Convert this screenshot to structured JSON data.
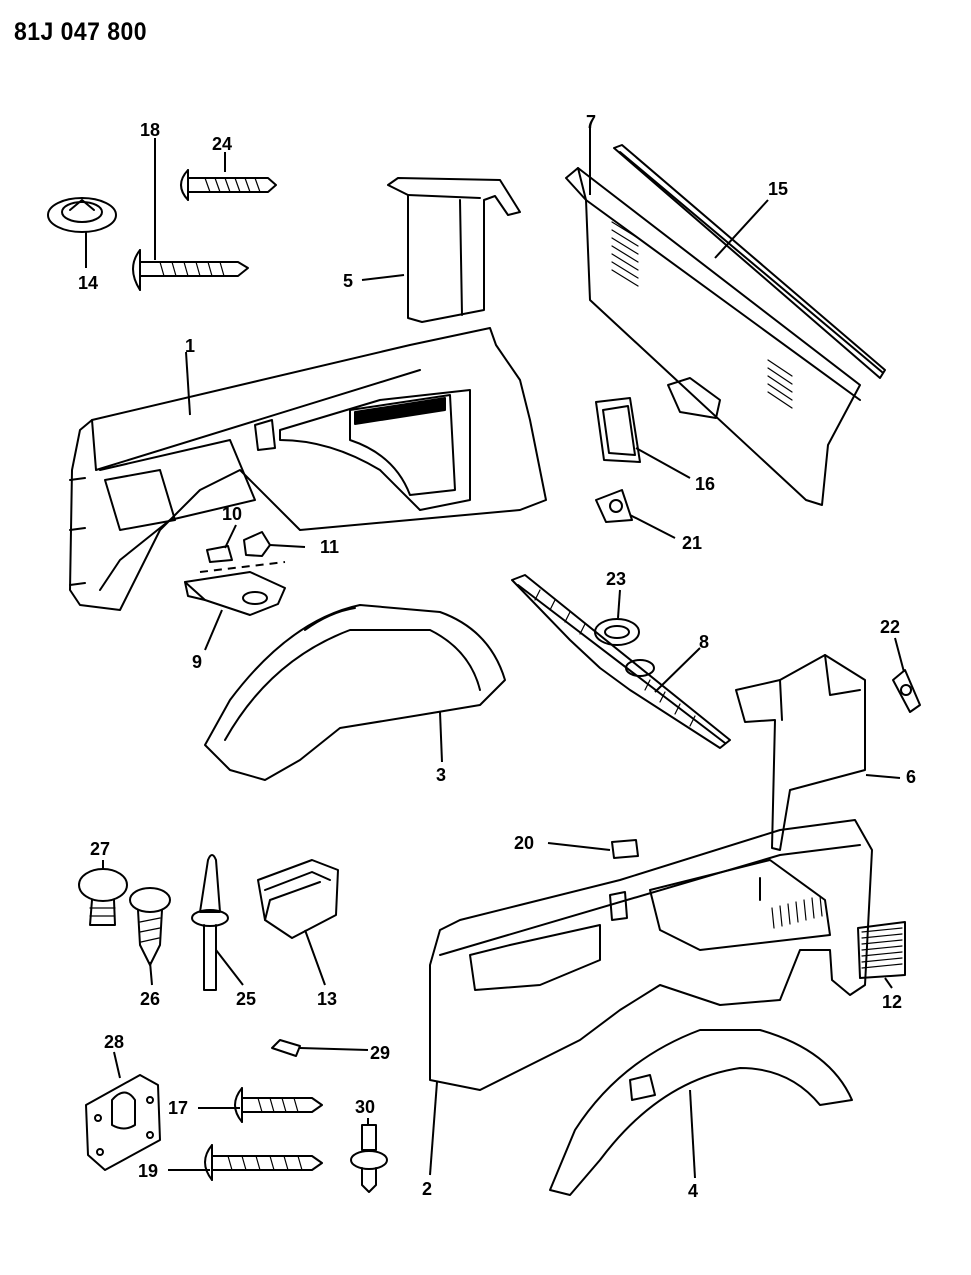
{
  "diagram": {
    "title": "81J 047 800",
    "callouts": [
      "1",
      "2",
      "3",
      "4",
      "5",
      "6",
      "7",
      "8",
      "9",
      "10",
      "11",
      "12",
      "13",
      "14",
      "15",
      "16",
      "17",
      "18",
      "19",
      "20",
      "21",
      "22",
      "23",
      "24",
      "25",
      "26",
      "27",
      "28",
      "29",
      "30"
    ]
  }
}
